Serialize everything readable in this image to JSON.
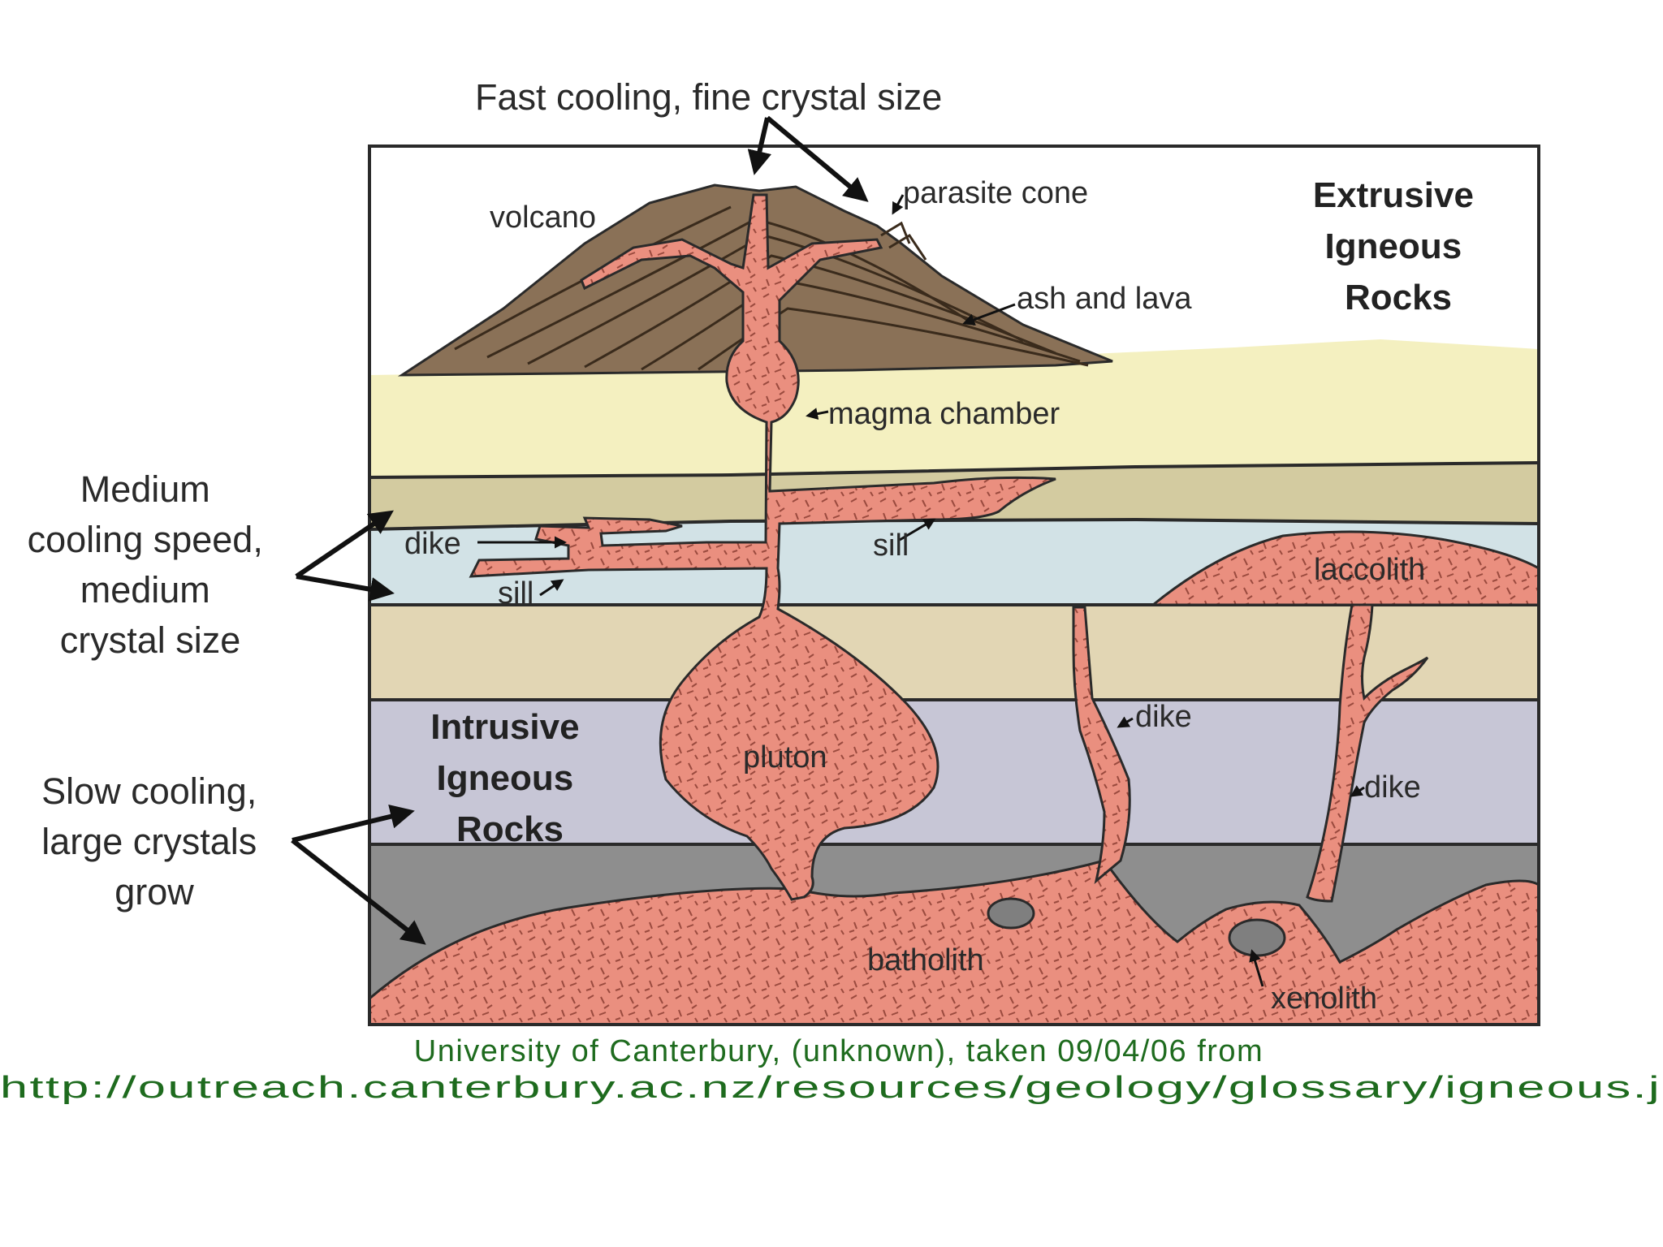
{
  "labels": {
    "fast_cooling": "Fast cooling, fine crystal size",
    "volcano": "volcano",
    "parasite_cone": "parasite cone",
    "ash_and_lava": "ash and lava",
    "extrusive": [
      "Extrusive",
      "Igneous",
      "Rocks"
    ],
    "magma_chamber": "magma chamber",
    "medium_cooling": [
      "Medium",
      "cooling speed,",
      "medium",
      "crystal size"
    ],
    "dike_left": "dike",
    "sill_left": "sill",
    "sill_mid": "sill",
    "laccolith": "laccolith",
    "intrusive": [
      "Intrusive",
      "Igneous",
      "Rocks"
    ],
    "pluton": "pluton",
    "dike_mid": "dike",
    "dike_right": "dike",
    "slow_cooling": [
      "Slow cooling,",
      "large crystals",
      "grow"
    ],
    "batholith": "batholith",
    "xenolith": "xenolith"
  },
  "credit": {
    "line1": "University of Canterbury, (unknown), taken 09/04/06 from",
    "line2": "http://outreach.canterbury.ac.nz/resources/geology/glossary/igneous.j"
  },
  "colors": {
    "volcano": "#8a7157",
    "layer_cream": "#f4f0c0",
    "layer_olive": "#d3cba0",
    "layer_lightblue": "#d2e2e6",
    "layer_tan": "#e2d6b4",
    "layer_lavender": "#c7c6d6",
    "layer_darkgray": "#8e8e8e",
    "magma": "#ea8f7f",
    "credit_text": "#1e6b1e"
  }
}
